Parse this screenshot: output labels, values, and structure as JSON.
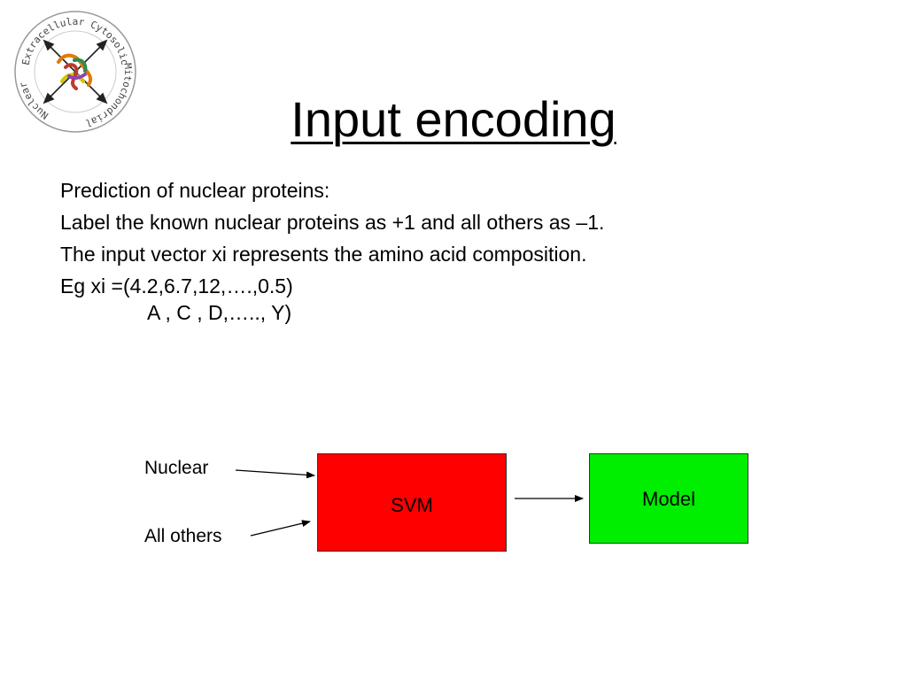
{
  "logo": {
    "ring_text_top": "Extracellular  Cytosolic",
    "ring_text_left": "Nuclear",
    "ring_text_right": "Mitochondrial"
  },
  "title": "Input encoding",
  "body": {
    "lines": [
      "Prediction of nuclear proteins:",
      "Label the known nuclear proteins as +1 and all others as –1.",
      "The input vector xi represents the amino acid composition.",
      "Eg xi =(4.2,6.7,12,….,0.5)",
      "A , C  , D,….., Y)"
    ]
  },
  "diagram": {
    "input_label_1": "Nuclear",
    "input_label_2": "All others",
    "svm_label": "SVM",
    "model_label": "Model",
    "svm_color": "#ff0000",
    "model_color": "#00ee00"
  }
}
